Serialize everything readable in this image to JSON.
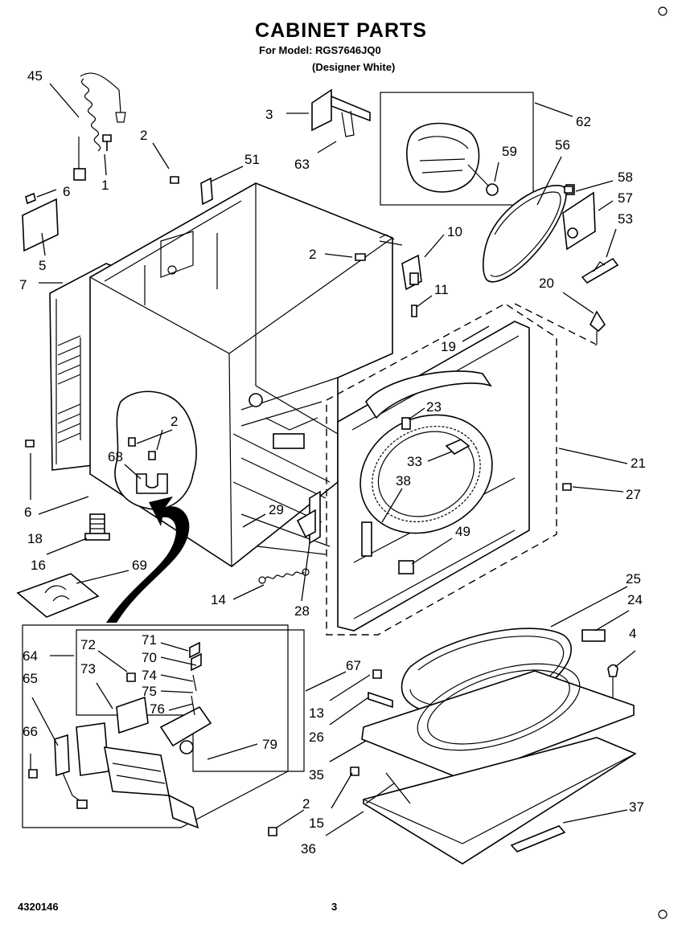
{
  "header": {
    "title": "CABINET PARTS",
    "model_line": "For Model: RGS7646JQ0",
    "color_line": "(Designer White)"
  },
  "footer": {
    "doc_number": "4320146",
    "page_number": "3"
  },
  "callouts": [
    "45",
    "1",
    "2",
    "51",
    "6",
    "5",
    "7",
    "3",
    "63",
    "62",
    "59",
    "56",
    "58",
    "57",
    "53",
    "10",
    "2",
    "11",
    "20",
    "19",
    "21",
    "27",
    "23",
    "33",
    "38",
    "49",
    "2",
    "68",
    "6",
    "18",
    "16",
    "69",
    "29",
    "14",
    "28",
    "25",
    "24",
    "4",
    "64",
    "72",
    "71",
    "70",
    "74",
    "75",
    "73",
    "76",
    "65",
    "66",
    "79",
    "67",
    "13",
    "26",
    "35",
    "15",
    "2",
    "36",
    "37"
  ]
}
